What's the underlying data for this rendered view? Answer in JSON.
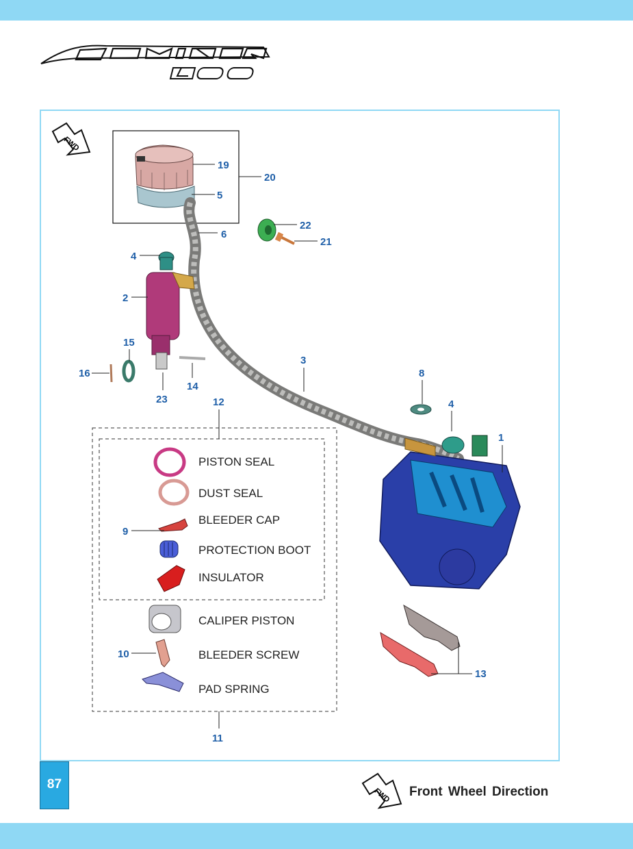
{
  "brand": {
    "logo_text": "DOMINAR 400"
  },
  "page_number": "87",
  "legend": {
    "fwd_text": "FWD",
    "caption": "Front Wheel Direction"
  },
  "callouts": [
    "1",
    "2",
    "3",
    "4",
    "4",
    "5",
    "6",
    "8",
    "9",
    "10",
    "11",
    "12",
    "13",
    "14",
    "15",
    "16",
    "19",
    "20",
    "21",
    "22",
    "23"
  ],
  "kit_items": [
    "PISTON SEAL",
    "DUST SEAL",
    "BLEEDER CAP",
    "PROTECTION BOOT",
    "INSULATOR",
    "CALIPER PISTON",
    "BLEEDER SCREW",
    "PAD SPRING"
  ],
  "colors": {
    "band": "#8fd8f4",
    "frame": "#8fd8f4",
    "callout": "#1f5fa8",
    "page_badge": "#29a9e1"
  }
}
